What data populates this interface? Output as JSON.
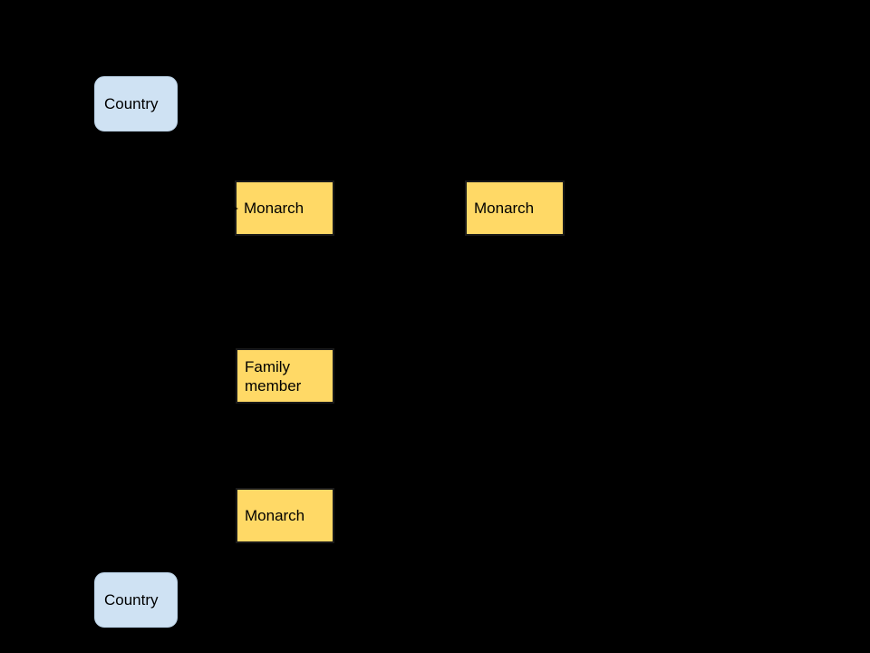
{
  "diagram": {
    "background_color": "#000000",
    "nodes": [
      {
        "id": "country-top",
        "label": "Country",
        "shape": "rounded-rectangle",
        "fill": "#cfe2f3"
      },
      {
        "id": "monarch-a",
        "label": "Monarch",
        "shape": "rectangle",
        "fill": "#ffd966"
      },
      {
        "id": "monarch-b",
        "label": "Monarch",
        "shape": "rectangle",
        "fill": "#ffd966"
      },
      {
        "id": "family-member",
        "label": "Family member",
        "shape": "rectangle",
        "fill": "#ffd966"
      },
      {
        "id": "monarch-c",
        "label": "Monarch",
        "shape": "rectangle",
        "fill": "#ffd966"
      },
      {
        "id": "country-bottom",
        "label": "Country",
        "shape": "rounded-rectangle",
        "fill": "#cfe2f3"
      }
    ],
    "colors": {
      "country_fill": "#cfe2f3",
      "entity_fill": "#ffd966",
      "entity_border": "#1a1a1a",
      "text": "#000000",
      "connector": "#000000"
    },
    "artifacts": [
      {
        "name": "arrowhead-right-icon",
        "description": "black connector arrowhead tip overlapping left edge of top-left Monarch node",
        "color": "#000000"
      }
    ]
  }
}
